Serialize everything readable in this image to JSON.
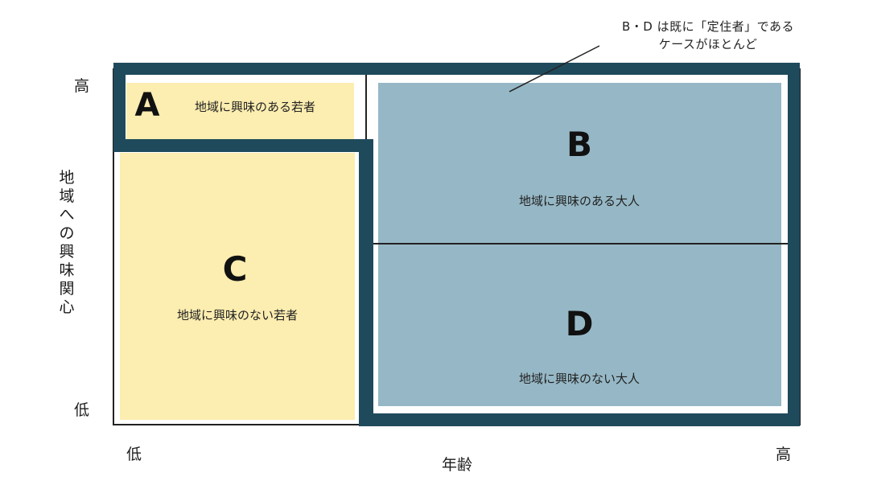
{
  "callout": {
    "line1": "B・D は既に「定住者」である",
    "line2": "ケースがほとんど"
  },
  "y_axis": {
    "high": "高",
    "low": "低",
    "label_chars": [
      "地",
      "域",
      "へ",
      "の",
      "興",
      "味",
      "関",
      "心"
    ]
  },
  "x_axis": {
    "low": "低",
    "high": "高",
    "label": "年齢"
  },
  "quadrants": {
    "a": {
      "letter": "A",
      "desc": "地域に興味のある若者"
    },
    "b": {
      "letter": "B",
      "desc": "地域に興味のある大人"
    },
    "c": {
      "letter": "C",
      "desc": "地域に興味のない若者"
    },
    "d": {
      "letter": "D",
      "desc": "地域に興味のない大人"
    }
  },
  "colors": {
    "frame": "#1f4a5c",
    "youth_fill": "#fcedb0",
    "adult_fill": "#96b8c6"
  }
}
